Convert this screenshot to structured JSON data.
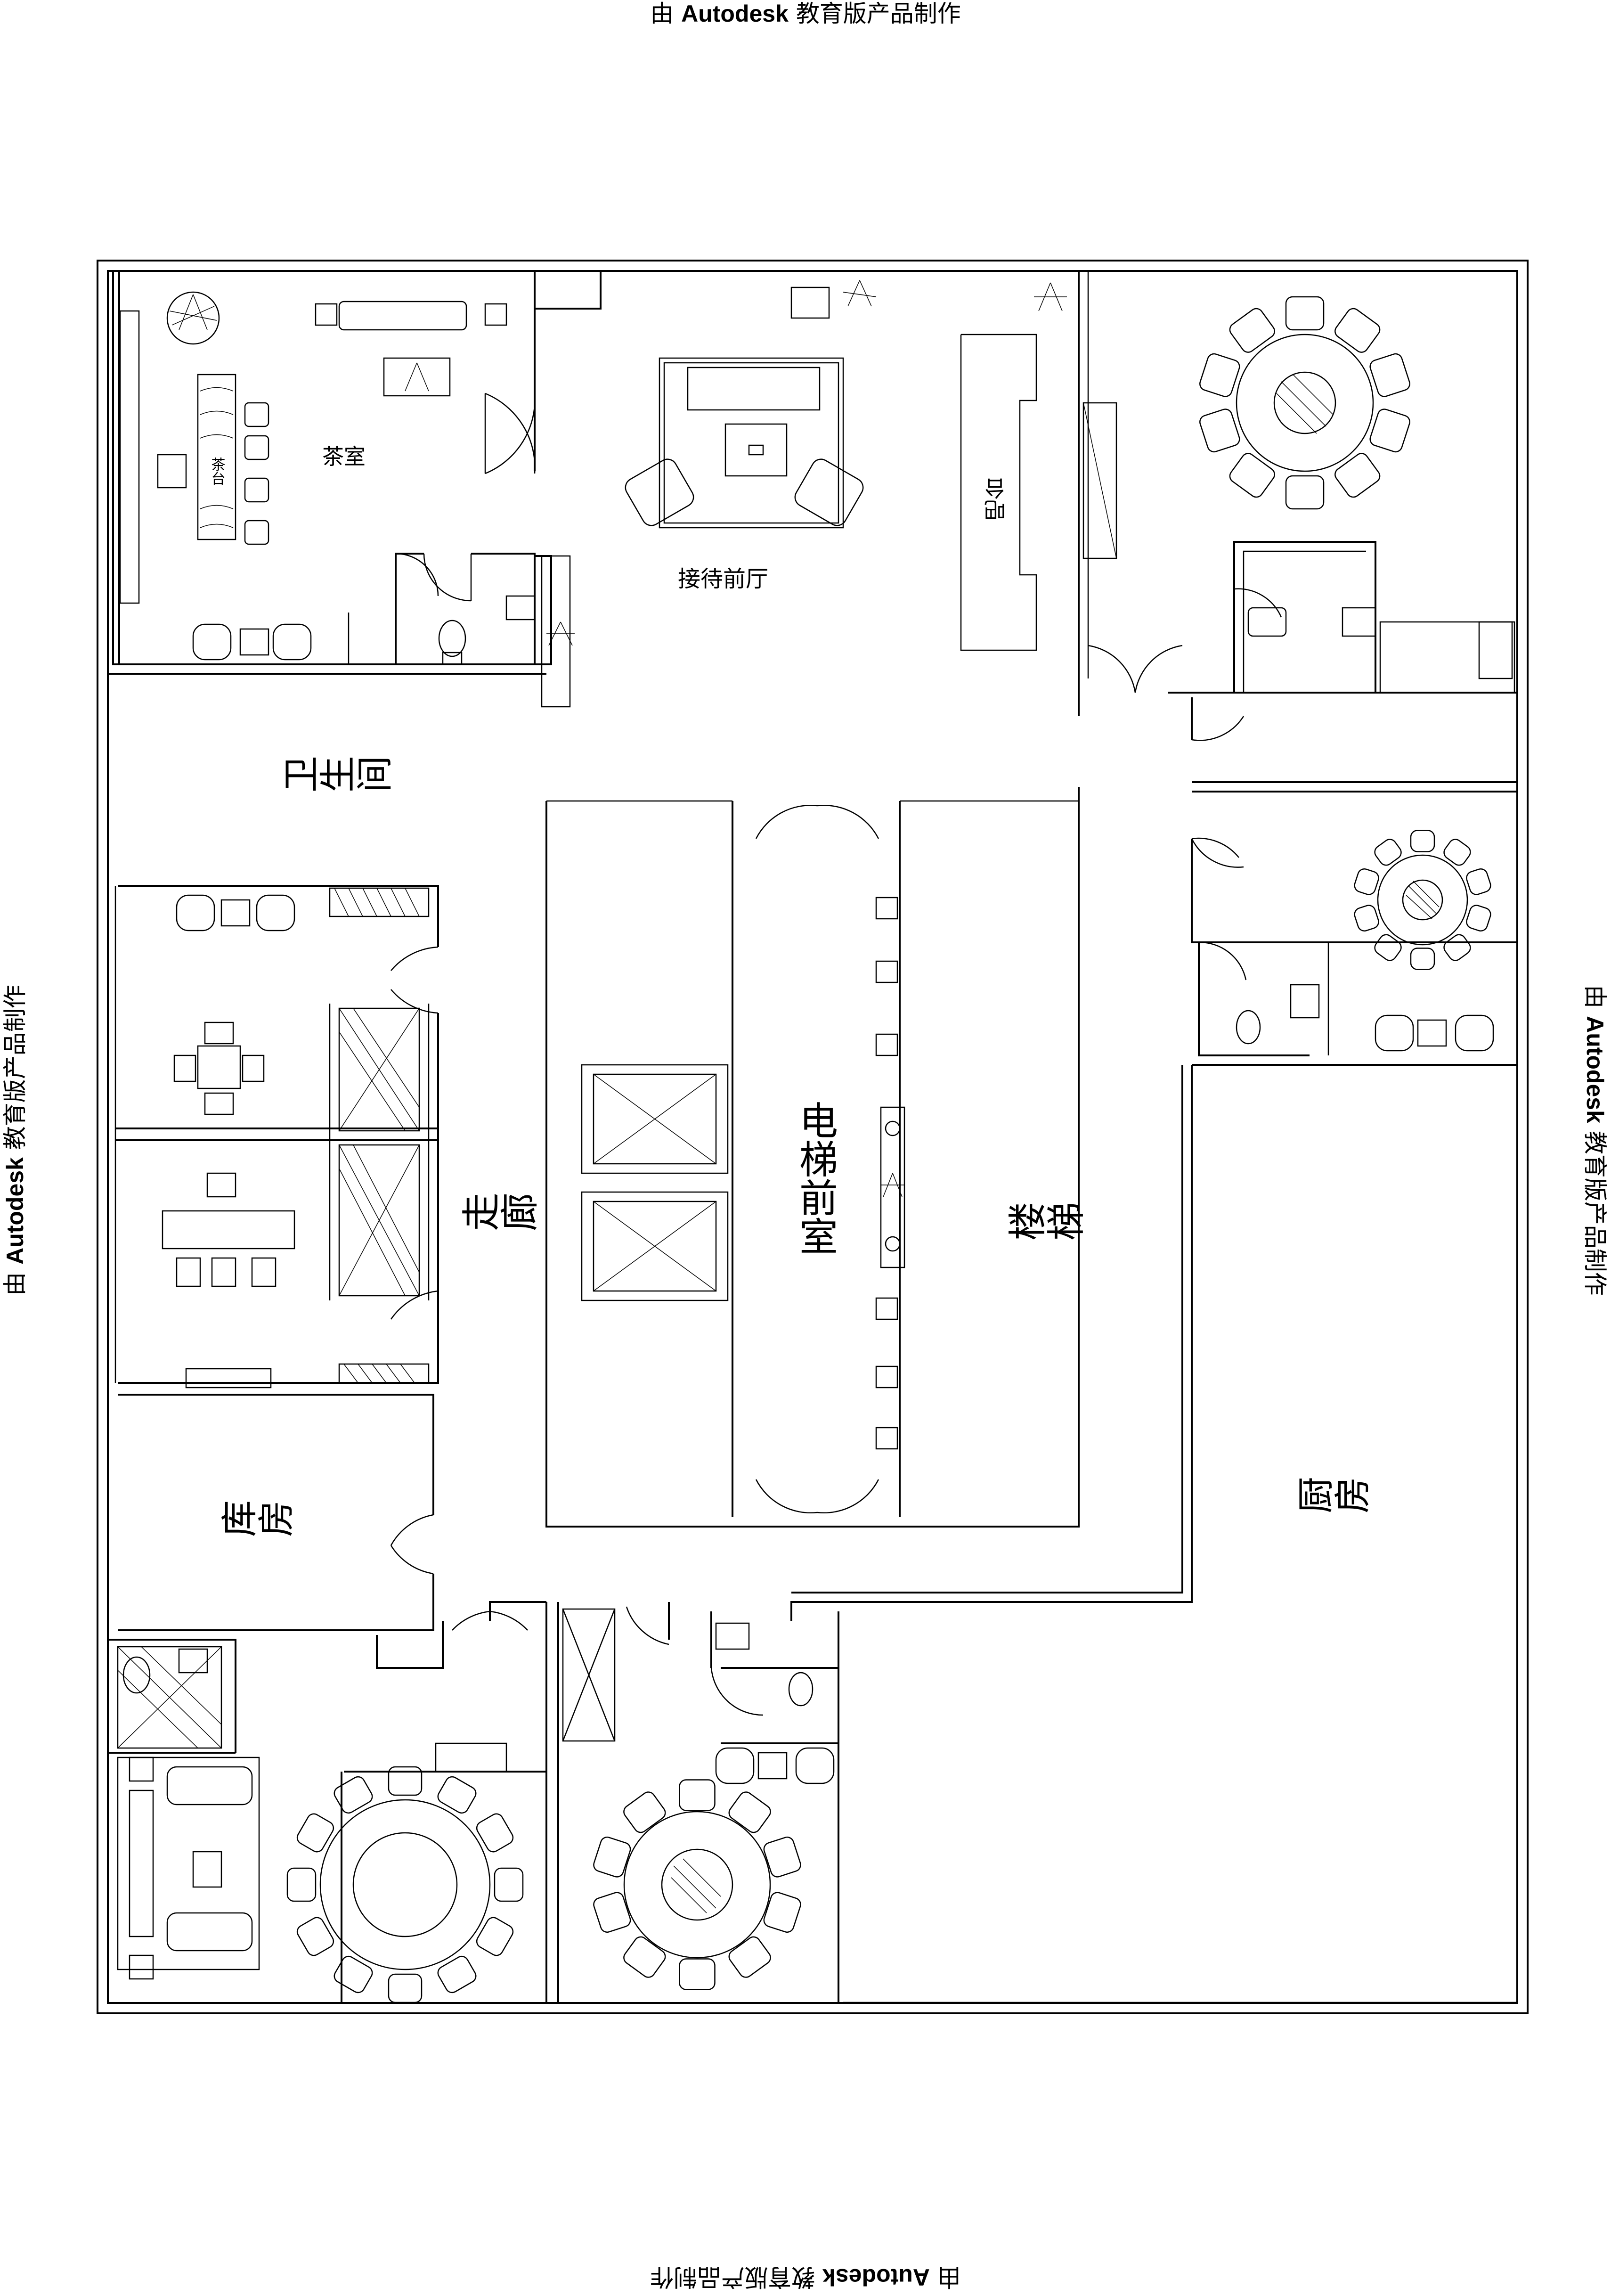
{
  "watermark": {
    "prefix": "由",
    "brand": "Autodesk",
    "suffix": "教育版产品制作"
  },
  "rooms": {
    "tea_room": "茶室",
    "tea_table_label": "茶台",
    "reception": "接待前厅",
    "bar": "吧台",
    "restroom": "卫生间",
    "corridor": "走廊",
    "elevator_lobby": "电梯前室",
    "stairs": "楼梯",
    "storage": "库房",
    "kitchen": "厨房"
  }
}
